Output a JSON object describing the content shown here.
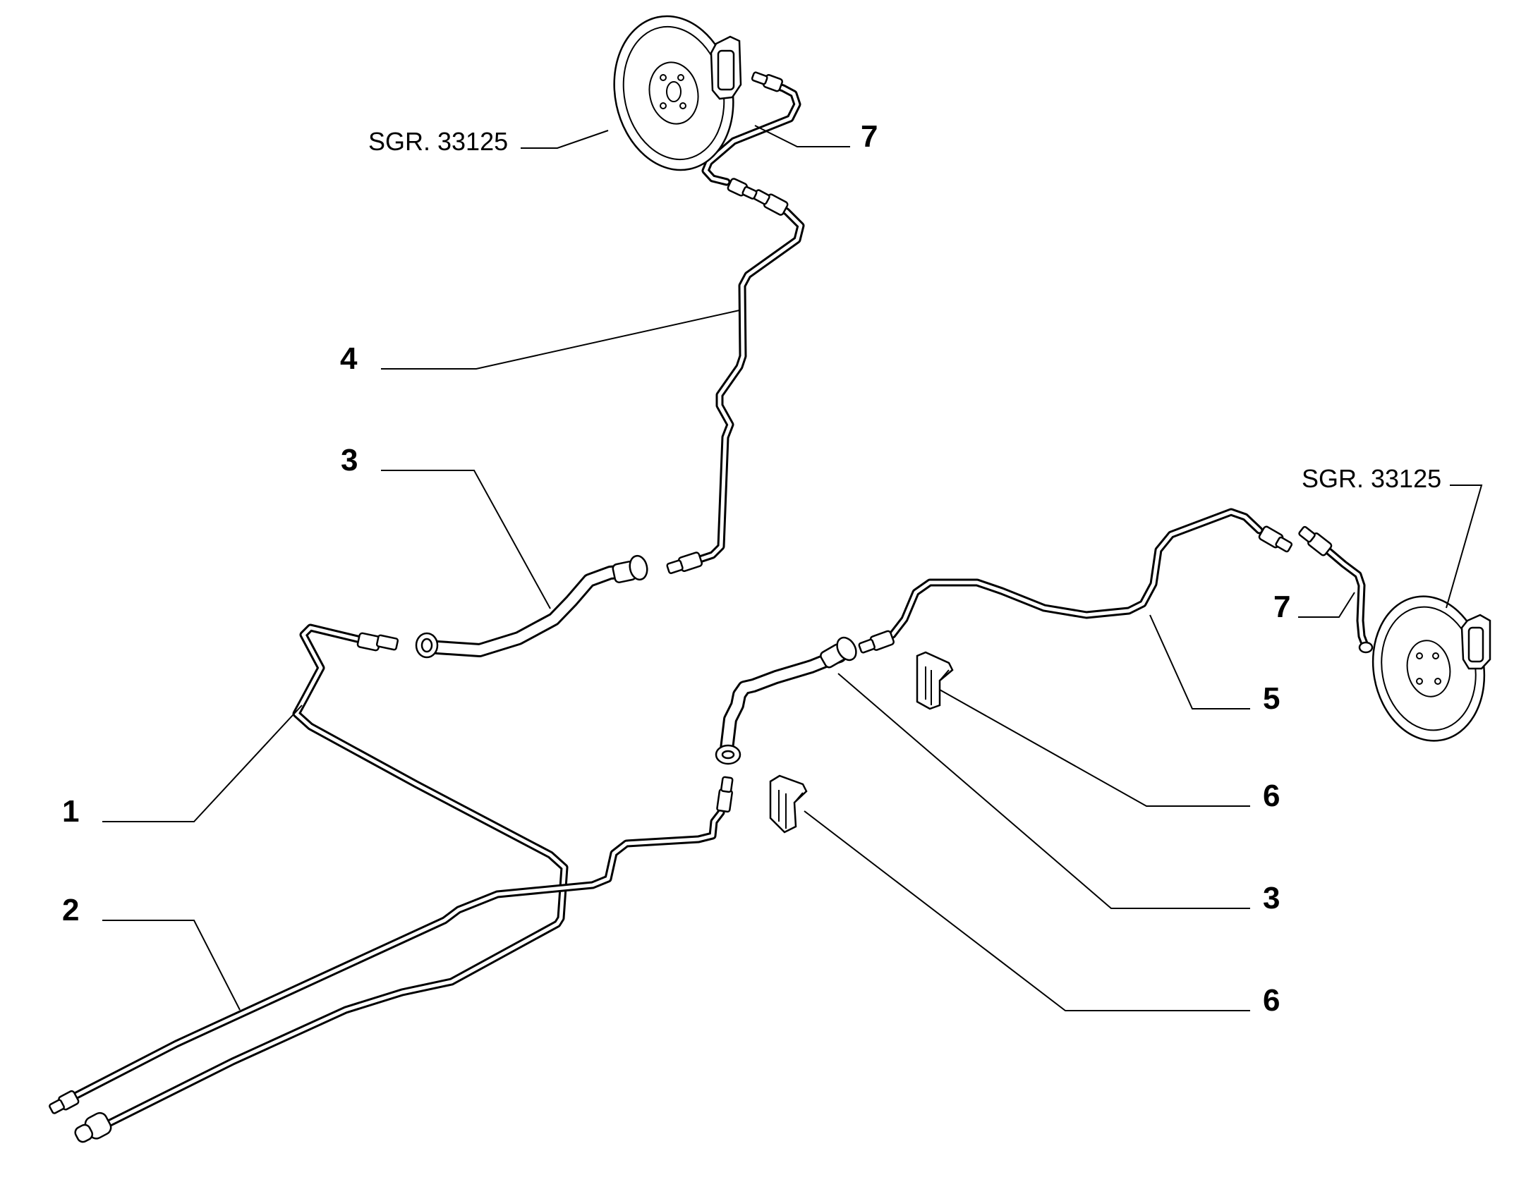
{
  "diagram": {
    "callouts": {
      "c1": "1",
      "c2": "2",
      "c3a": "3",
      "c3b": "3",
      "c4": "4",
      "c5": "5",
      "c6a": "6",
      "c6b": "6",
      "c7a": "7",
      "c7b": "7"
    },
    "references": {
      "front": "SGR. 33125",
      "rear": "SGR. 33125"
    }
  }
}
